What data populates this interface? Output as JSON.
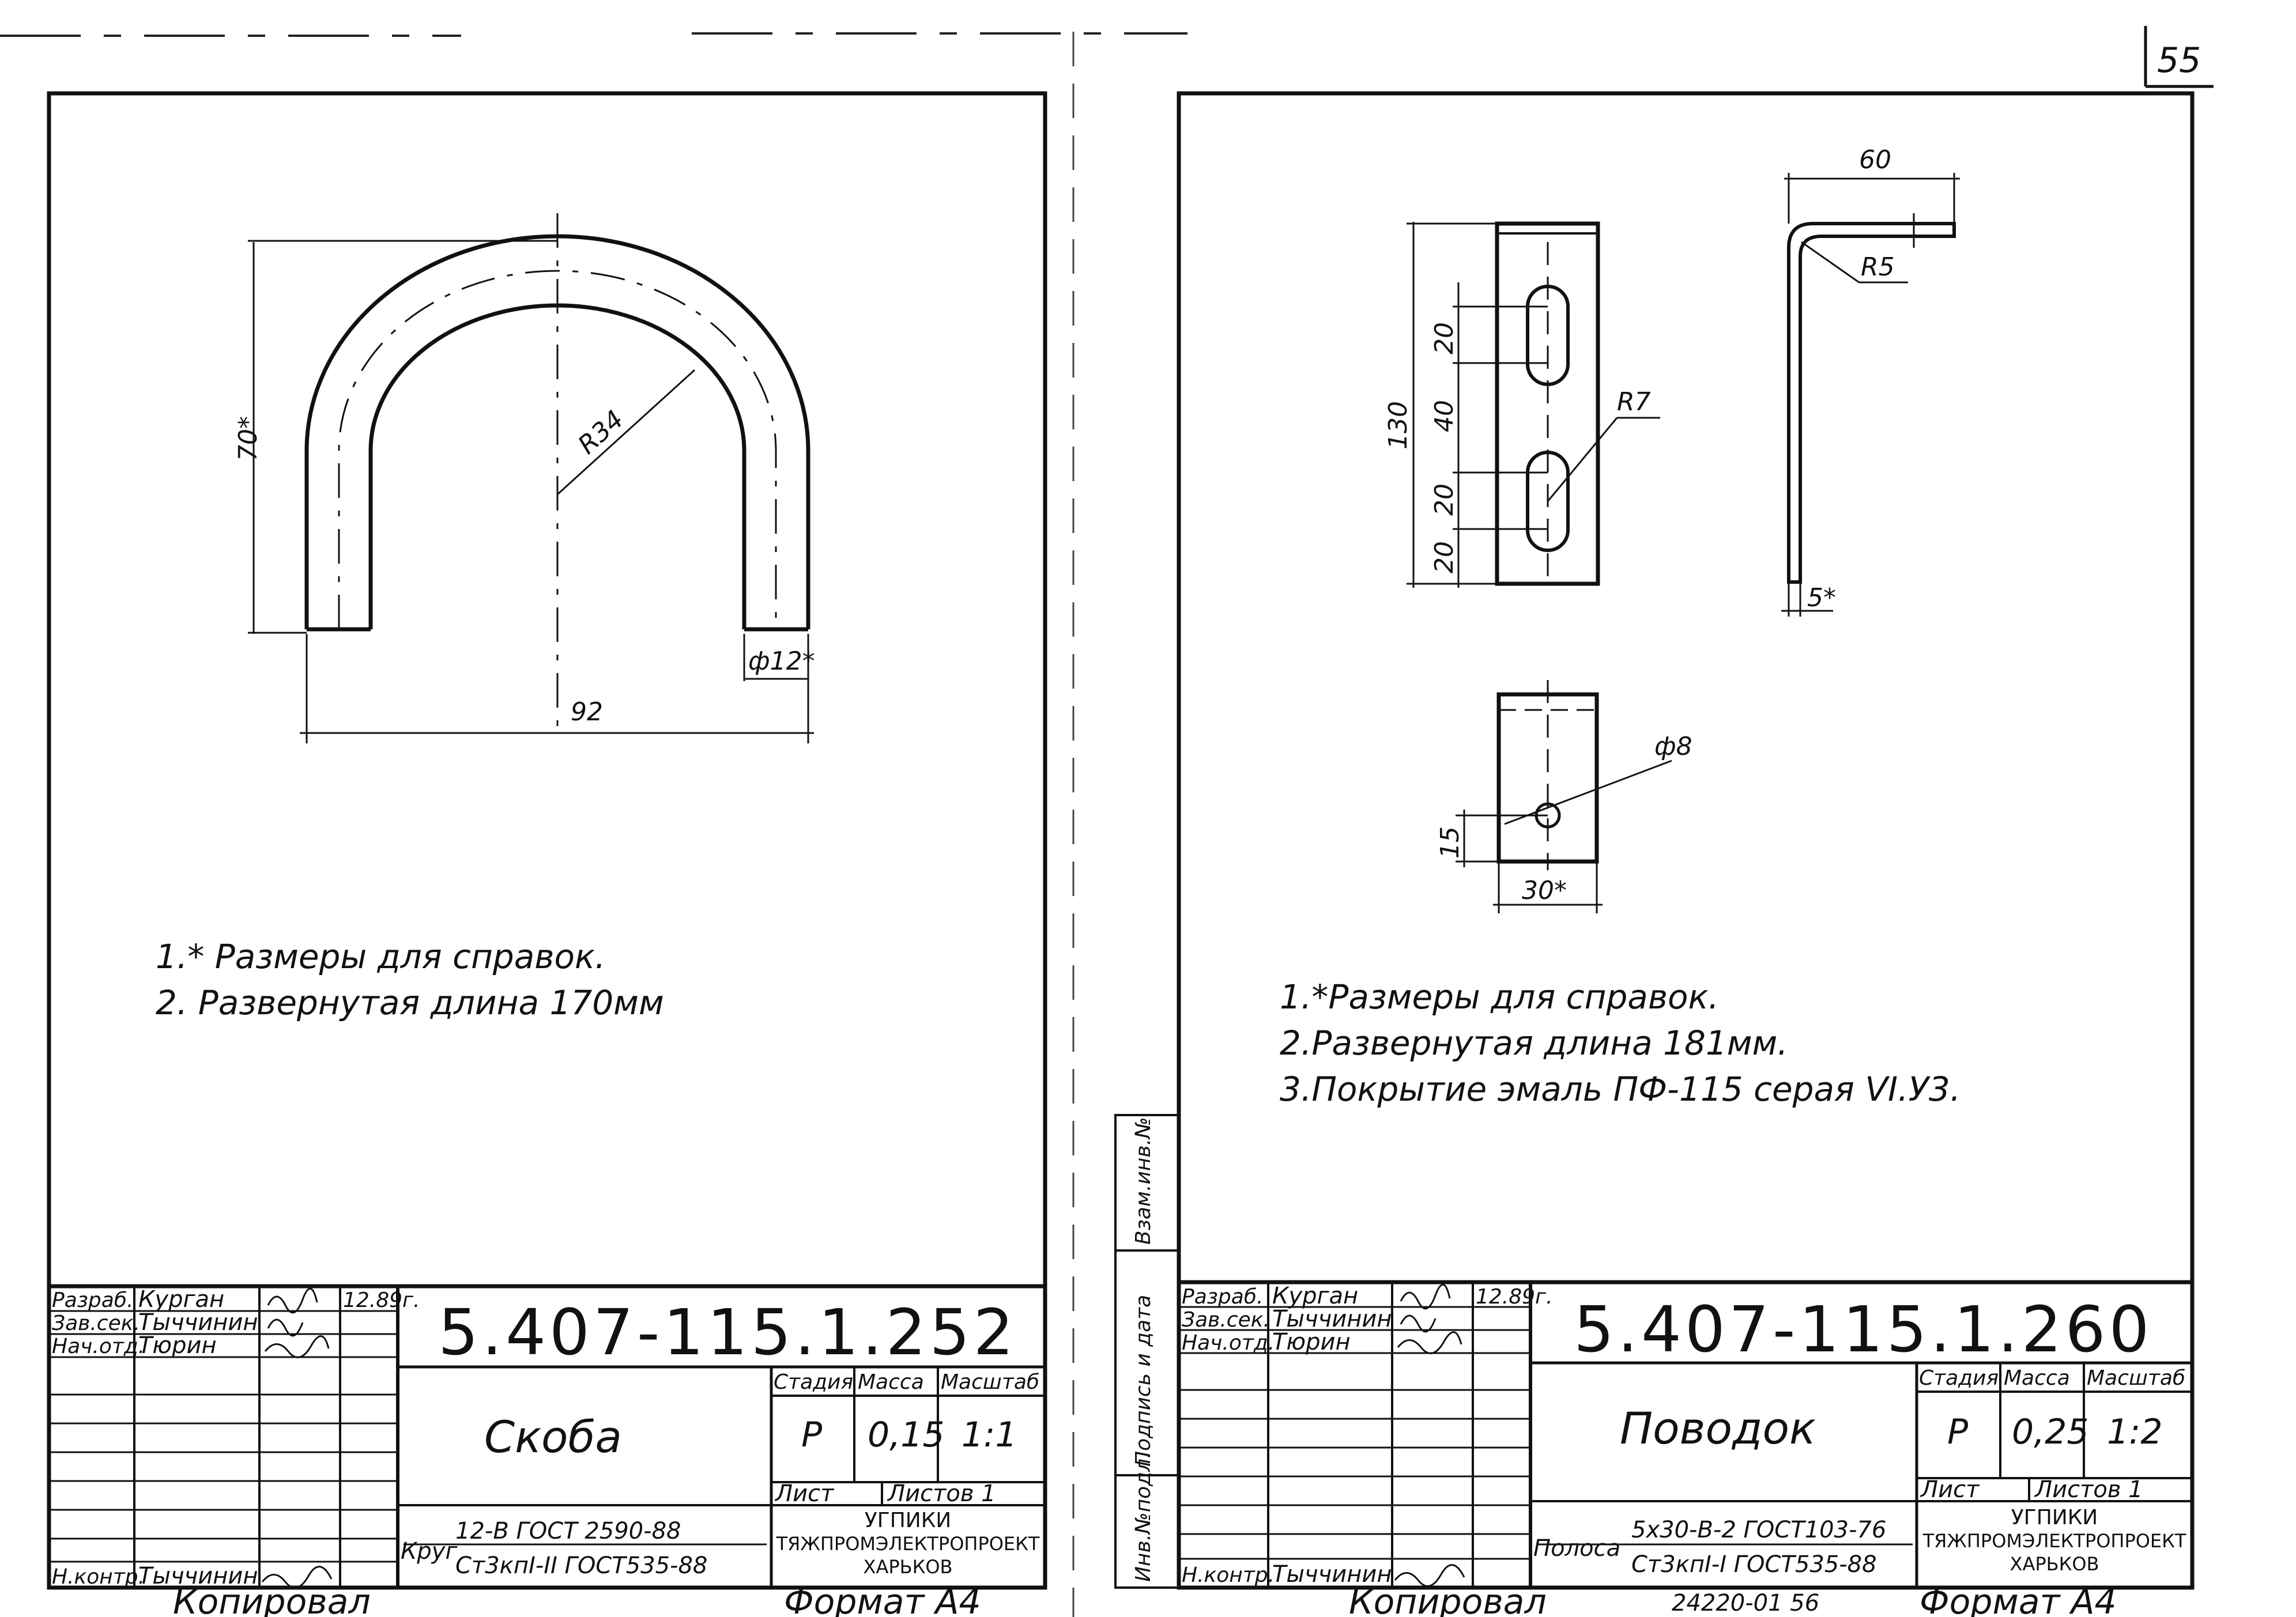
{
  "page_number": "55",
  "left_sheet": {
    "drawing": {
      "dim_height": "70*",
      "dim_radius": "R34",
      "dim_diameter": "ф12*",
      "dim_width": "92"
    },
    "notes": [
      "1.* Размеры для справок.",
      "2. Развернутая длина 170мм"
    ],
    "title_block": {
      "roles": [
        "Разраб.",
        "Зав.сек.",
        "Нач.отд.",
        "Н.контр."
      ],
      "names": [
        "Курган",
        "Тыччинин",
        "Тюрин",
        "Тыччинин"
      ],
      "date": "12.89г.",
      "code": "5.407-115.1.252",
      "part_name": "Скоба",
      "hdr_stage": "Стадия",
      "hdr_mass": "Масса",
      "hdr_scale": "Масштаб",
      "stage": "Р",
      "mass": "0,15",
      "scale": "1:1",
      "sheet_label": "Лист",
      "sheets_label": "Листов 1",
      "material_prefix": "Круг",
      "material_top": "12-В ГОСТ 2590-88",
      "material_bottom": "Ст3кпI-II ГОСТ535-88",
      "org_lines": [
        "УГПИКИ",
        "ТЯЖПРОМЭЛЕКТРОПРОЕКТ",
        "ХАРЬКОВ"
      ]
    },
    "footer_left": "Копировал",
    "footer_right": "Формат А4"
  },
  "right_sheet": {
    "drawing": {
      "dim_total": "130",
      "dim_slot_a": "20",
      "dim_spacing": "40",
      "dim_slot_b": "20",
      "dim_edge": "20",
      "dim_radius_slot": "R7",
      "dim_top_width": "60",
      "dim_bend_radius": "R5",
      "dim_thickness": "5*",
      "dim_hole": "ф8",
      "dim_hole_pos": "15",
      "dim_strip_width": "30*"
    },
    "notes": [
      "1.*Размеры для справок.",
      "2.Развернутая длина 181мм.",
      "3.Покрытие эмаль ПФ-115 серая VI.У3."
    ],
    "side_stamp": [
      "Инв.№подл.",
      "Подпись и дата",
      "Взам.инв.№"
    ],
    "title_block": {
      "roles": [
        "Разраб.",
        "Зав.сек.",
        "Нач.отд.",
        "Н.контр."
      ],
      "names": [
        "Курган",
        "Тыччинин",
        "Тюрин",
        "Тыччинин"
      ],
      "date": "12.89г.",
      "code": "5.407-115.1.260",
      "part_name": "Поводок",
      "hdr_stage": "Стадия",
      "hdr_mass": "Масса",
      "hdr_scale": "Масштаб",
      "stage": "Р",
      "mass": "0,25",
      "scale": "1:2",
      "sheet_label": "Лист",
      "sheets_label": "Листов 1",
      "material_prefix": "Полоса",
      "material_top": "5х30-В-2 ГОСТ103-76",
      "material_bottom": "Ст3кпI-I ГОСТ535-88",
      "org_lines": [
        "УГПИКИ",
        "ТЯЖПРОМЭЛЕКТРОПРОЕКТ",
        "ХАРЬКОВ"
      ]
    },
    "footer_left": "Копировал",
    "footer_mid": "24220-01 56",
    "footer_right": "Формат А4"
  }
}
